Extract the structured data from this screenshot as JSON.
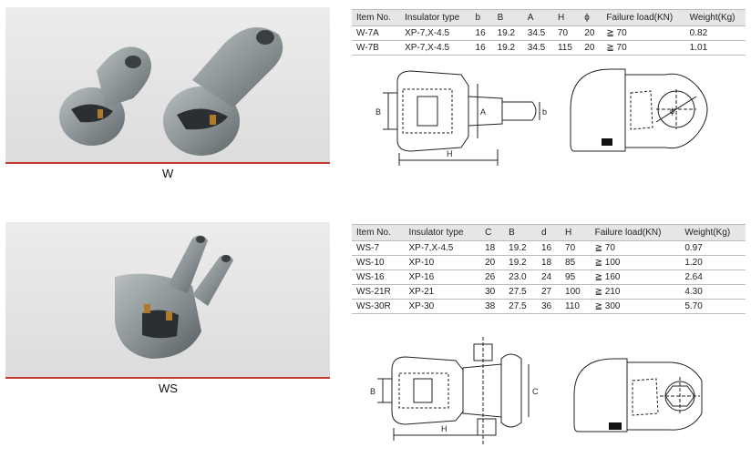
{
  "w": {
    "caption": "W",
    "table": {
      "headers": [
        "Item No.",
        "Insulator type",
        "b",
        "B",
        "A",
        "H",
        "ϕ",
        "Failure load(KN)",
        "Weight(Kg)"
      ],
      "rows": [
        [
          "W-7A",
          "XP-7,X-4.5",
          "16",
          "19.2",
          "34.5",
          "70",
          "20",
          "≧ 70",
          "0.82"
        ],
        [
          "W-7B",
          "XP-7,X-4.5",
          "16",
          "19.2",
          "34.5",
          "115",
          "20",
          "≧ 70",
          "1.01"
        ]
      ]
    },
    "dims": {
      "B": "B",
      "A": "A",
      "b": "b",
      "H": "H",
      "phi": "ϕ"
    }
  },
  "ws": {
    "caption": "WS",
    "table": {
      "headers": [
        "Item No.",
        "Insulator type",
        "C",
        "B",
        "d",
        "H",
        "Failure load(KN)",
        "Weight(Kg)"
      ],
      "rows": [
        [
          "WS-7",
          "XP-7,X-4.5",
          "18",
          "19.2",
          "16",
          "70",
          "≧ 70",
          "0.97"
        ],
        [
          "WS-10",
          "XP-10",
          "20",
          "19.2",
          "18",
          "85",
          "≧ 100",
          "1.20"
        ],
        [
          "WS-16",
          "XP-16",
          "26",
          "23.0",
          "24",
          "95",
          "≧ 160",
          "2.64"
        ],
        [
          "WS-21R",
          "XP-21",
          "30",
          "27.5",
          "27",
          "100",
          "≧ 210",
          "4.30"
        ],
        [
          "WS-30R",
          "XP-30",
          "38",
          "27.5",
          "36",
          "110",
          "≧ 300",
          "5.70"
        ]
      ]
    },
    "dims": {
      "B": "B",
      "C": "C",
      "H": "H"
    }
  },
  "colors": {
    "accent_line": "#c0392b",
    "photo_bg": "#e3e3e3",
    "table_header_bg": "#e6e6e6",
    "metal": "#8c9396"
  }
}
